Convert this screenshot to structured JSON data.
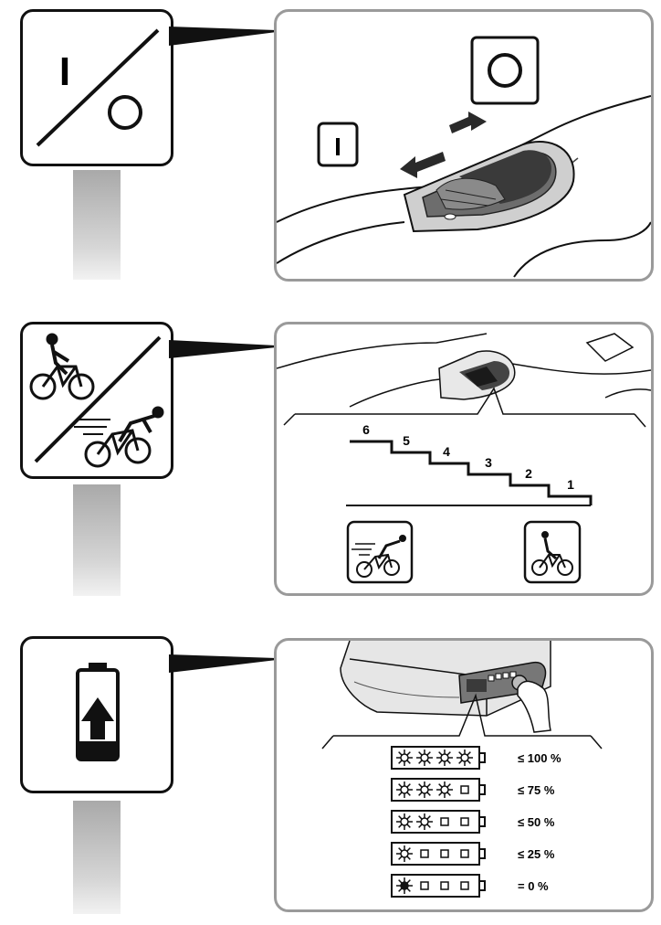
{
  "power": {
    "on_symbol": "I",
    "off_symbol": "O",
    "icons": [
      "power-on-off-icon",
      "arrow-left-icon",
      "arrow-right-icon"
    ]
  },
  "assist": {
    "levels": [
      "6",
      "5",
      "4",
      "3",
      "2",
      "1"
    ],
    "icons": [
      "cyclist-slow-icon",
      "cyclist-fast-icon"
    ]
  },
  "battery": {
    "icon": "battery-charge-icon",
    "rows": [
      {
        "lit": 4,
        "label": "≤ 100 %"
      },
      {
        "lit": 3,
        "label": "≤ 75 %"
      },
      {
        "lit": 2,
        "label": "≤ 50 %"
      },
      {
        "lit": 1,
        "label": "≤ 25 %"
      },
      {
        "lit": 1,
        "label": "= 0 %"
      }
    ]
  }
}
